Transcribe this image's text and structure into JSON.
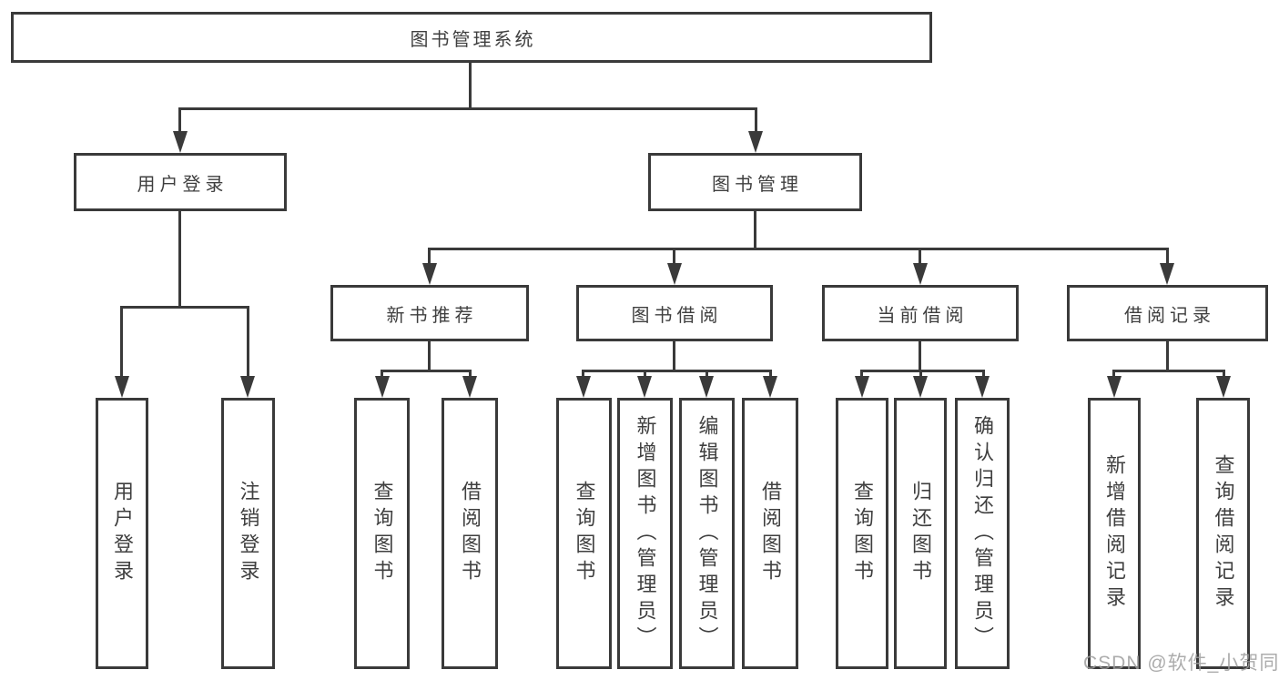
{
  "diagram": {
    "tree": {
      "label": "图书管理系统",
      "children": [
        {
          "label": "用户登录",
          "children": [
            {
              "label": "用户登录"
            },
            {
              "label": "注销登录"
            }
          ]
        },
        {
          "label": "图书管理",
          "children": [
            {
              "label": "新书推荐",
              "children": [
                {
                  "label": "查询图书"
                },
                {
                  "label": "借阅图书"
                }
              ]
            },
            {
              "label": "图书借阅",
              "children": [
                {
                  "label": "查询图书"
                },
                {
                  "label": "新增图书（管理员）"
                },
                {
                  "label": "编辑图书（管理员）"
                },
                {
                  "label": "借阅图书"
                }
              ]
            },
            {
              "label": "当前借阅",
              "children": [
                {
                  "label": "查询图书"
                },
                {
                  "label": "归还图书"
                },
                {
                  "label": "确认归还（管理员）"
                }
              ]
            },
            {
              "label": "借阅记录",
              "children": [
                {
                  "label": "新增借阅记录"
                },
                {
                  "label": "查询借阅记录"
                }
              ]
            }
          ]
        }
      ]
    },
    "watermark": "CSDN @软件_小贺同学",
    "colors": {
      "line": "#3a3a3a",
      "text": "#3f3f3f",
      "watermark": "#9e9e9e",
      "background": "#ffffff"
    }
  }
}
